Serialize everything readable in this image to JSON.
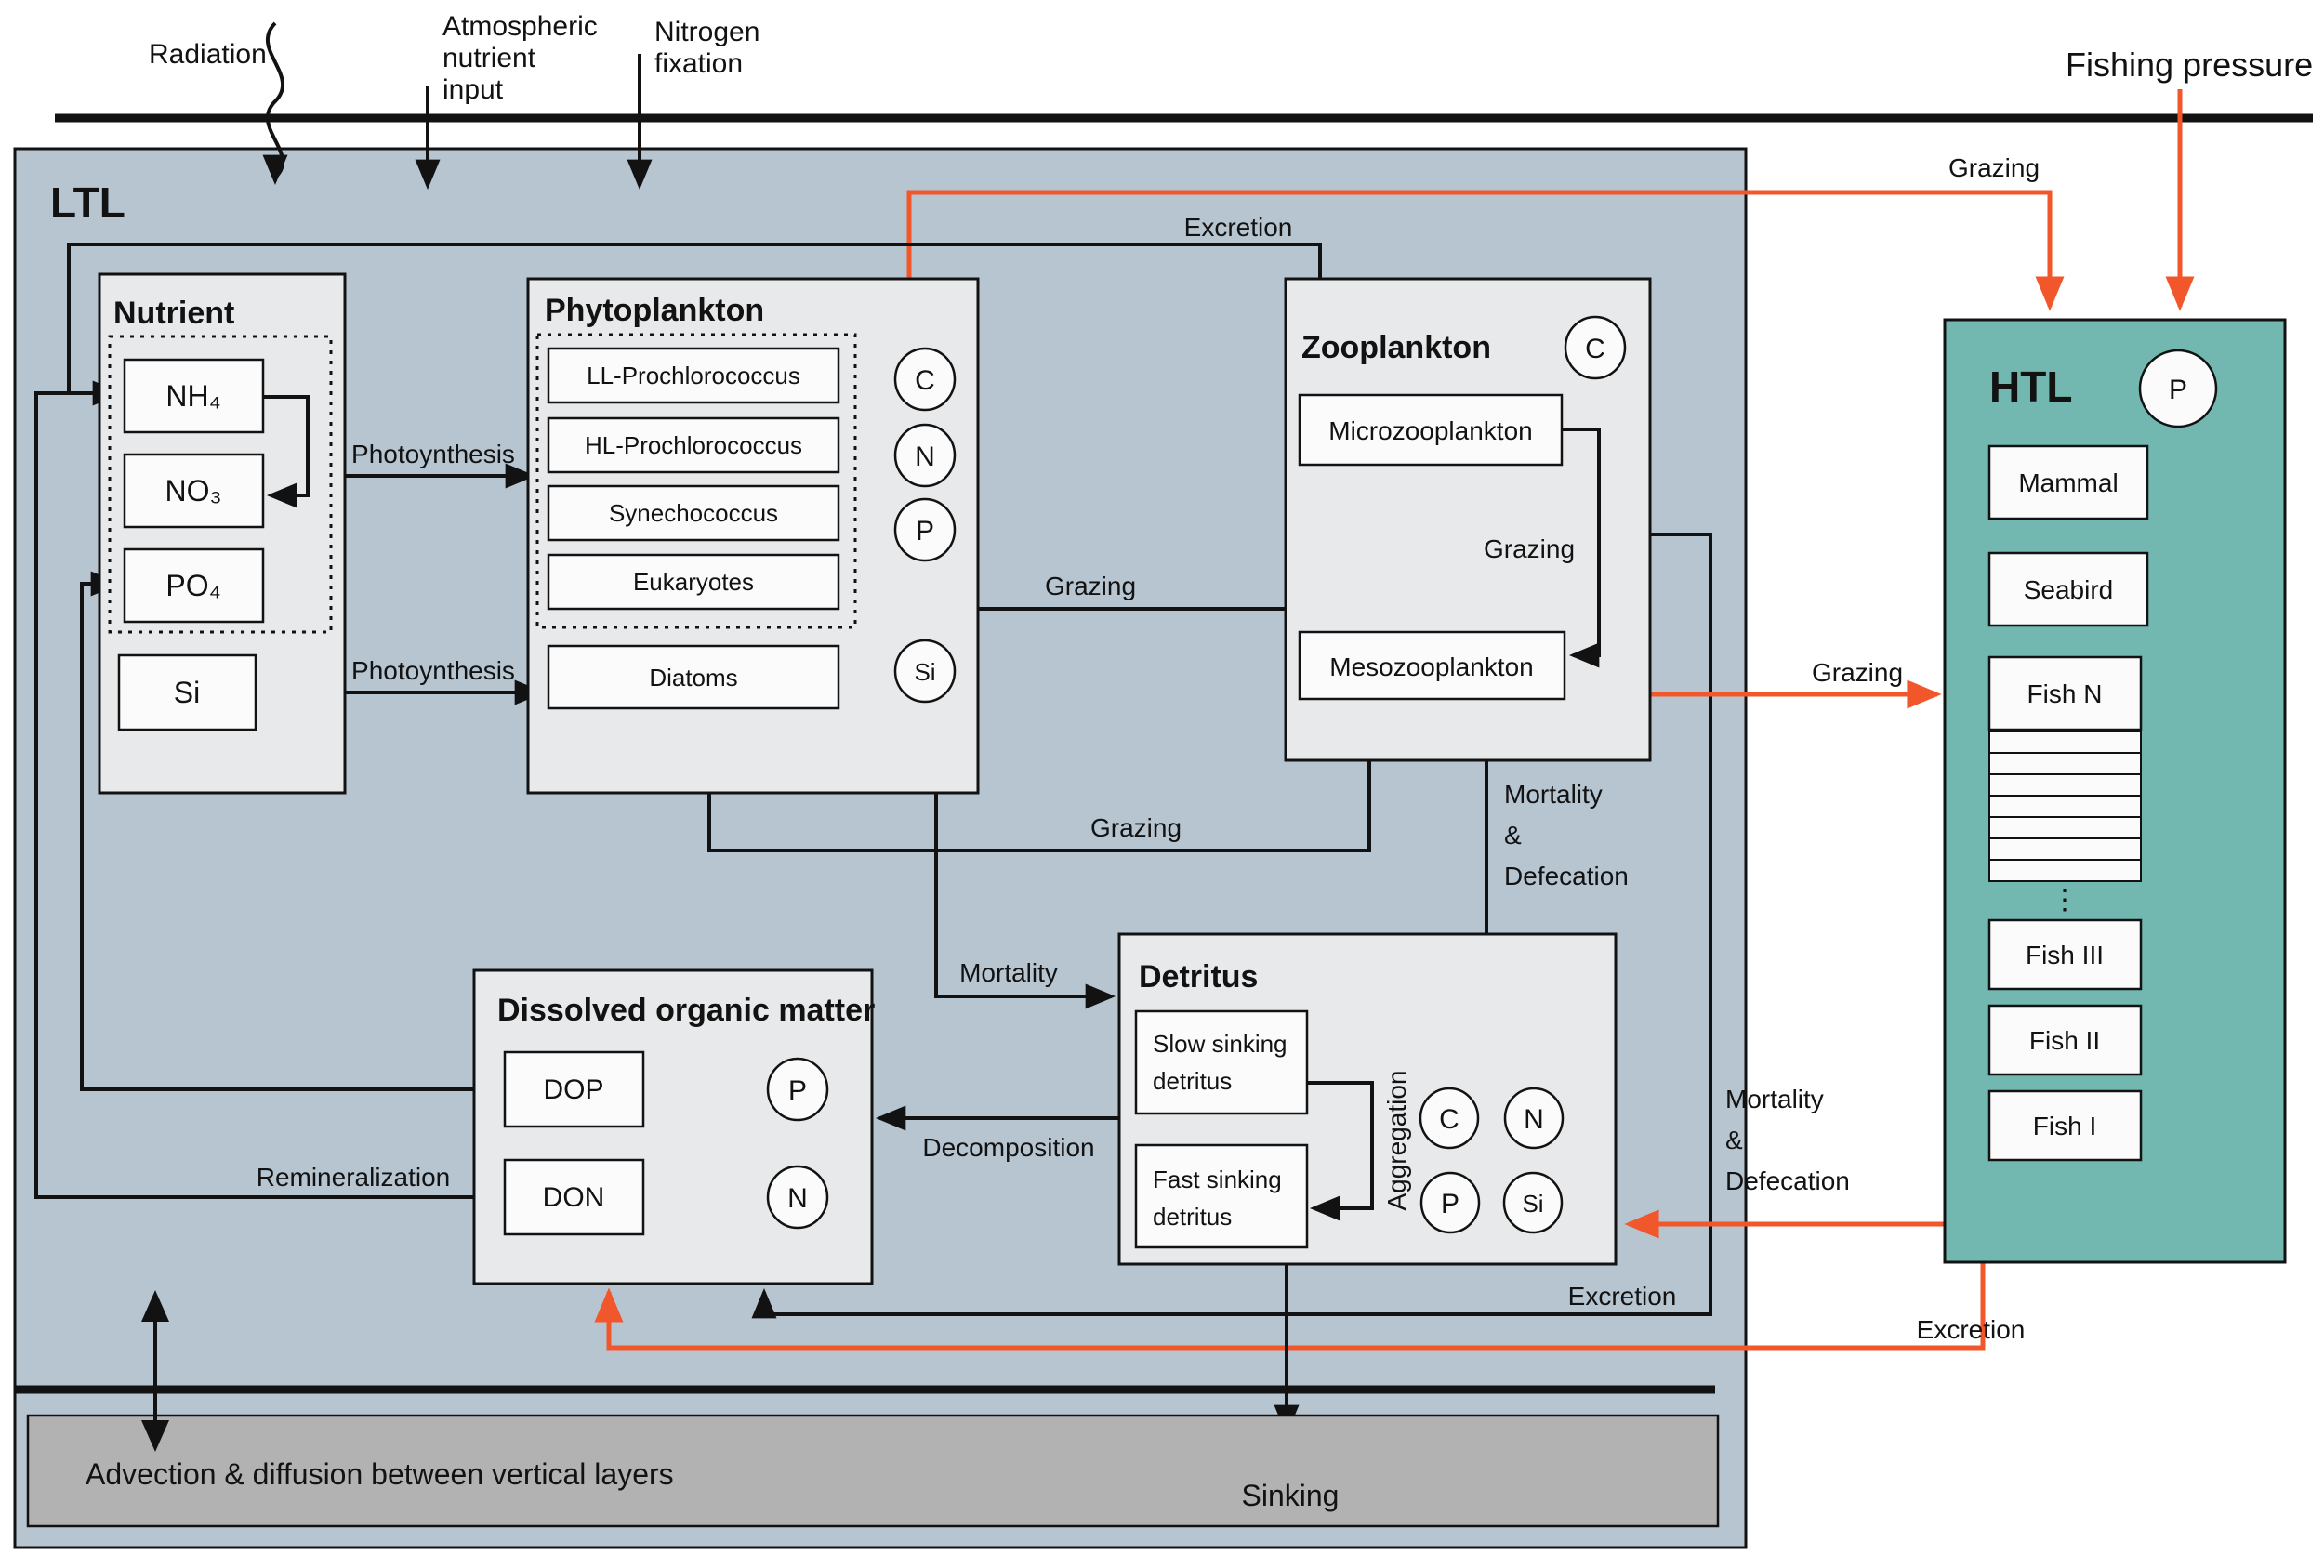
{
  "figure": {
    "ltl_label": "LTL",
    "htl_label": "HTL"
  },
  "top": {
    "radiation": "Radiation",
    "atmospheric_line1": "Atmospheric",
    "atmospheric_line2": "nutrient",
    "atmospheric_line3": "input",
    "nitrogen_line1": "Nitrogen",
    "nitrogen_line2": "fixation",
    "fishing_pressure": "Fishing pressure"
  },
  "nutrient": {
    "title": "Nutrient",
    "nh4": "NH₄",
    "no3": "NO₃",
    "po4": "PO₄",
    "si": "Si"
  },
  "phytoplankton": {
    "title": "Phytoplankton",
    "group1": "LL-Prochlorococcus",
    "group2": "HL-Prochlorococcus",
    "group3": "Synechococcus",
    "group4": "Eukaryotes",
    "diatoms": "Diatoms",
    "c": "C",
    "n": "N",
    "p": "P",
    "si": "Si"
  },
  "zooplankton": {
    "title": "Zooplankton",
    "c": "C",
    "micro": "Microzooplankton",
    "meso": "Mesozooplankton"
  },
  "detritus": {
    "title": "Detritus",
    "slow_line1": "Slow sinking",
    "slow_line2": "detritus",
    "fast_line1": "Fast sinking",
    "fast_line2": "detritus",
    "aggregation": "Aggregation",
    "c": "C",
    "n": "N",
    "p": "P",
    "si": "Si"
  },
  "dom": {
    "title": "Dissolved organic matter",
    "dop": "DOP",
    "don": "DON",
    "p": "P",
    "n": "N"
  },
  "htl": {
    "p": "P",
    "mammal": "Mammal",
    "seabird": "Seabird",
    "fish_n": "Fish N",
    "ellipsis": "⋮",
    "fish_iii": "Fish III",
    "fish_ii": "Fish II",
    "fish_i": "Fish I"
  },
  "flows": {
    "grazing_phyto_htl": "Grazing",
    "excretion_zoo_nutrient": "Excretion",
    "photosynthesis_upper": "Photoynthesis",
    "photosynthesis_lower": "Photoynthesis",
    "grazing_euk_micro": "Grazing",
    "grazing_diatoms_meso": "Grazing",
    "grazing_micro_meso": "Grazing",
    "grazing_meso_htl": "Grazing",
    "mortality": "Mortality",
    "mortality_defecation_zoo_line1": "Mortality",
    "mortality_defecation_zoo_line2": "&",
    "mortality_defecation_zoo_line3": "Defecation",
    "mortality_defecation_htl_line1": "Mortality",
    "mortality_defecation_htl_line2": "&",
    "mortality_defecation_htl_line3": "Defecation",
    "decomposition": "Decomposition",
    "remineralization": "Remineralization",
    "excretion_zoo_dom": "Excretion",
    "excretion_htl_dom": "Excretion",
    "sinking": "Sinking",
    "advection": "Advection & diffusion between vertical layers"
  },
  "colors": {
    "orange": "#F1572A",
    "teal": "#72B8B0",
    "ltl_background": "#B7C5D1",
    "panel_background": "#E8E9EA",
    "node_background": "#FBFBFB",
    "bottom_bar": "#B2B2B2",
    "line": "#121212"
  }
}
